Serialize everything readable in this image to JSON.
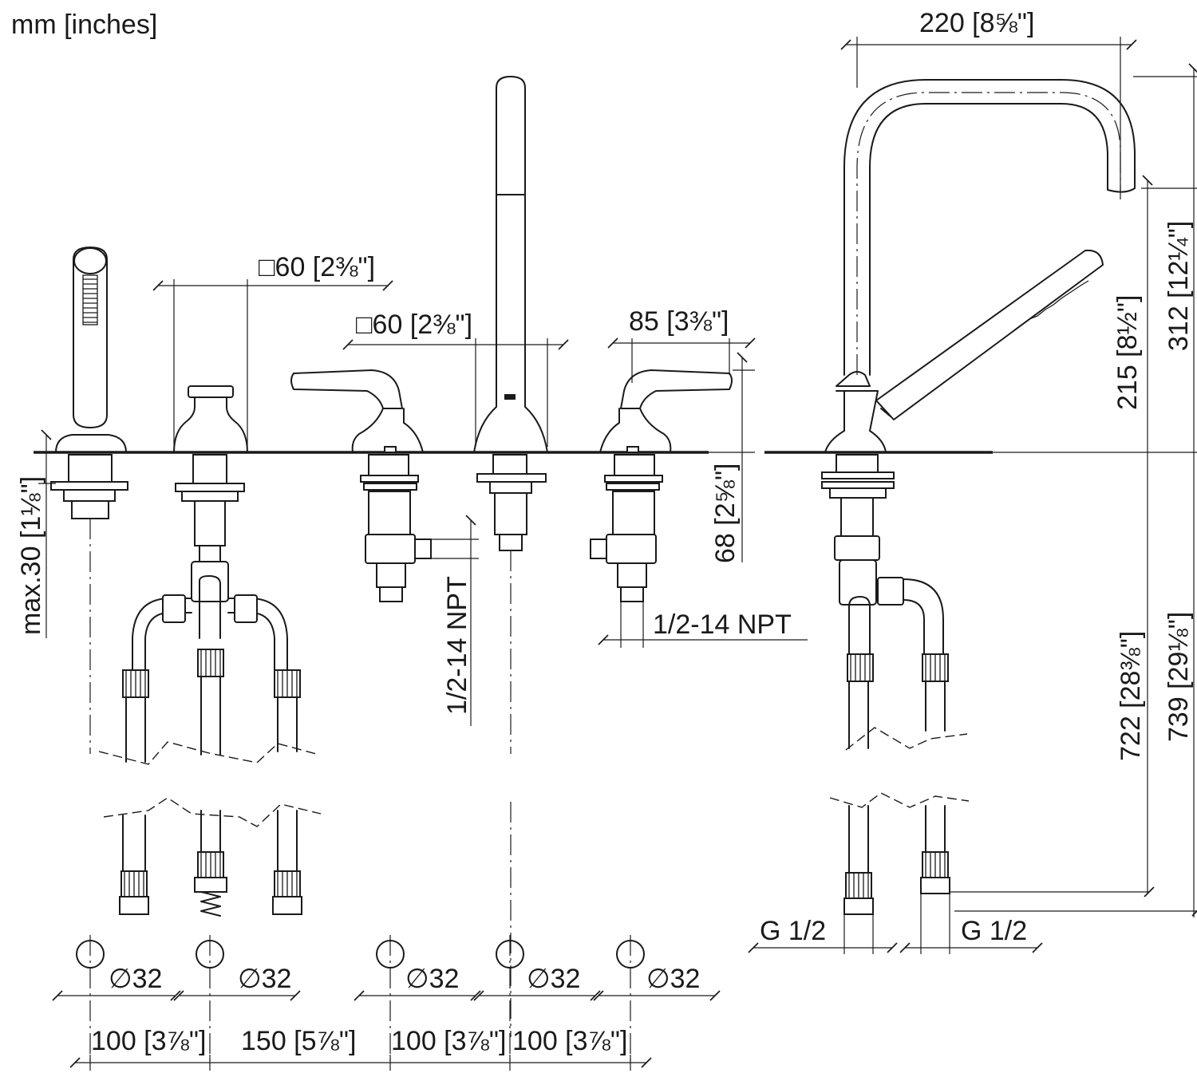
{
  "units_label": "mm [inches]",
  "top_dims": {
    "spout_width": "220 [8⅝\"]",
    "spout_height": "312 [12¼\"]",
    "spray_height": "215 [8½\"]",
    "diverter_square": "□60 [2⅜\"]",
    "spout_square": "□60 [2⅜\"]",
    "valve_width": "85 [3⅜\"]",
    "valve_below_deck": "68 [2⅝\"]",
    "deck_thickness": "max.30 [1⅛\"]"
  },
  "connection_dims": {
    "npt_left": "1/2-14 NPT",
    "npt_right": "1/2-14 NPT",
    "g_left": "G 1/2",
    "g_right": "G 1/2",
    "len_722": "722 [28⅜\"]",
    "len_739": "739 [29⅛\"]"
  },
  "holes": {
    "diameter_labels": [
      "∅32",
      "∅32",
      "∅32",
      "∅32",
      "∅32"
    ]
  },
  "spacing": {
    "labels": [
      "100 [3⅞\"]",
      "150 [5⅞\"]",
      "100 [3⅞\"]",
      "100 [3⅞\"]"
    ]
  }
}
